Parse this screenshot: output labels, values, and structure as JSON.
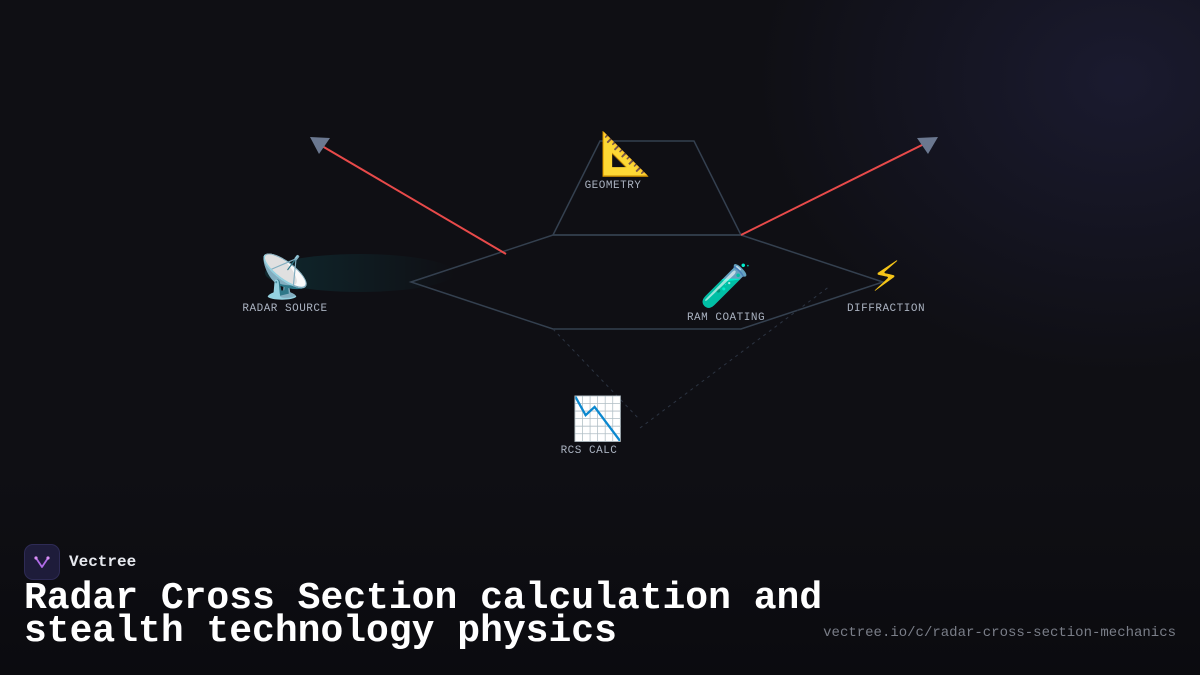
{
  "diagram": {
    "nodes": [
      {
        "id": "geometry",
        "label": "GEOMETRY",
        "icon": "triangular-ruler-icon",
        "glyph": "📐"
      },
      {
        "id": "radar_source",
        "label": "RADAR SOURCE",
        "icon": "satellite-antenna-icon",
        "glyph": "📡"
      },
      {
        "id": "ram_coating",
        "label": "RAM COATING",
        "icon": "test-tube-icon",
        "glyph": "🧪"
      },
      {
        "id": "diffraction",
        "label": "DIFFRACTION",
        "icon": "lightning-icon",
        "glyph": "⚡"
      },
      {
        "id": "rcs_calc",
        "label": "RCS CALC",
        "icon": "chart-decreasing-icon",
        "glyph": "📉"
      }
    ],
    "colors": {
      "ray": "#e84a4a",
      "outline": "#34404f",
      "arrowhead": "#6b7890"
    }
  },
  "brand": {
    "name": "Vectree"
  },
  "title": "Radar Cross Section calculation and stealth technology physics",
  "url": "vectree.io/c/radar-cross-section-mechanics"
}
